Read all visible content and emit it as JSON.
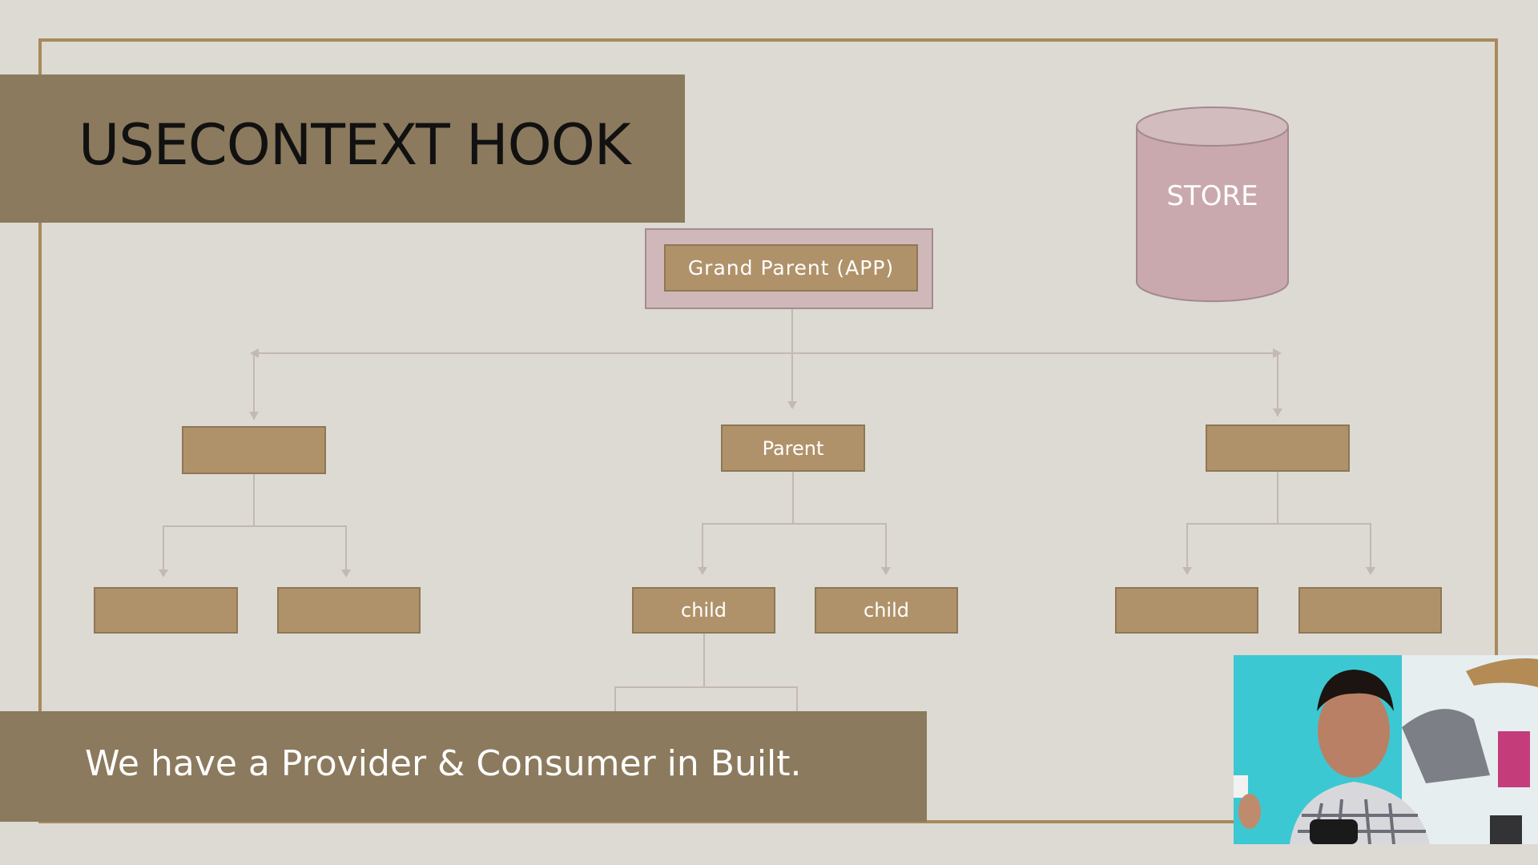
{
  "slide": {
    "title": "USECONTEXT HOOK",
    "caption": "We have a Provider & Consumer in Built."
  },
  "diagram": {
    "grand_parent_label": "Grand Parent (APP)",
    "store_label": "STORE",
    "parent_label": "Parent",
    "child_labels": [
      "child",
      "child"
    ]
  },
  "colors": {
    "background": "#dcdad3",
    "frame": "#a9895c",
    "banner": "#8b7a5d",
    "node": "#b0926a",
    "store": "#c9a9ae",
    "connector": "#c4b8b2"
  }
}
